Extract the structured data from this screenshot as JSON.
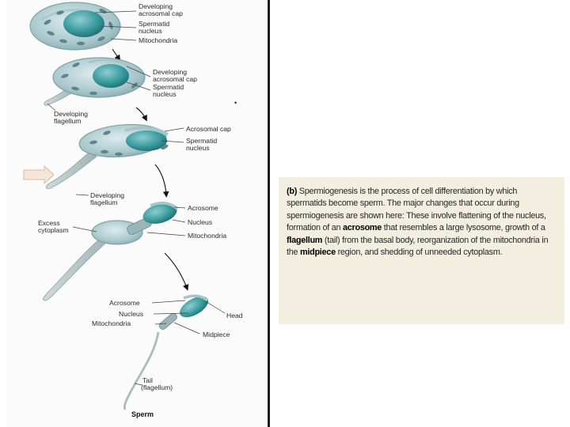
{
  "diagram": {
    "stage1": {
      "labels": [
        "Developing",
        "acrosomal cap",
        "Spermatid",
        "nucleus",
        "Mitochondria"
      ]
    },
    "stage2": {
      "labels": [
        "Developing",
        "acrosomal cap",
        "Spermatid",
        "nucleus"
      ],
      "flagellum_label": [
        "Developing",
        "flagellum"
      ]
    },
    "stage3": {
      "labels": [
        "Acrosomal cap",
        "Spermatid",
        "nucleus"
      ],
      "flagellum_label": [
        "Developing",
        "flagellum"
      ]
    },
    "stage4": {
      "left_label": [
        "Excess",
        "cytoplasm"
      ],
      "labels": [
        "Acrosome",
        "Nucleus",
        "Mitochondria"
      ]
    },
    "stage5": {
      "left_labels": [
        "Acrosome",
        "Nucleus",
        "Mitochondria"
      ],
      "right_labels": [
        "Head",
        "Midpiece"
      ],
      "tail_label": [
        "Tail",
        "(flagellum)"
      ],
      "title": "Sperm"
    }
  },
  "caption": {
    "label": "(b)",
    "text_before_acrosome": "Spermiogenesis is the process of cell differentiation by which spermatids become sperm. The major changes that occur during spermiogenesis are shown here: These involve flattening of the nucleus, formation of an",
    "term_acrosome": "acrosome",
    "text_before_flagellum": "that resembles a large lysosome, growth of a",
    "term_flagellum": "flagellum",
    "text_before_midpiece": "(tail) from the basal body, reorganization of the mitochondria in the",
    "term_midpiece": "midpiece",
    "text_end": "region, and shedding of unneeded cytoplasm."
  },
  "colors": {
    "cell_fill": "#b9d3d6",
    "nucleus_fill": "#2f8f92",
    "mitochondria": "#6a8e93",
    "caption_bg": "#f2eee0"
  }
}
